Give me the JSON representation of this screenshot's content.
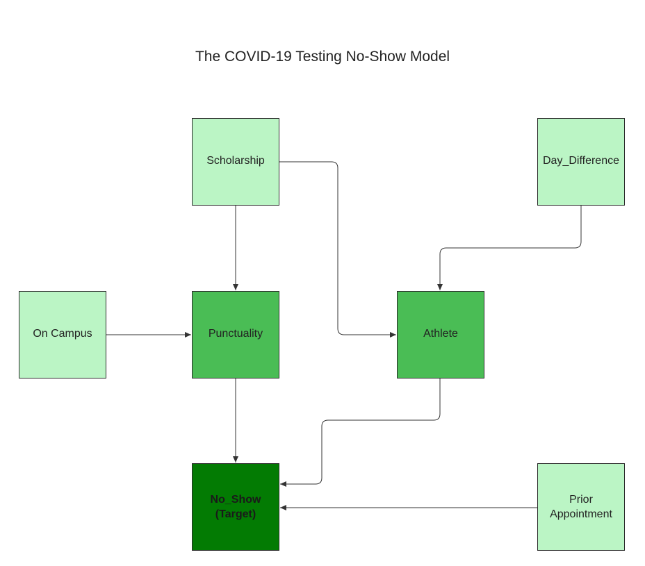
{
  "title": "The COVID-19 Testing No-Show Model",
  "colors": {
    "light_node": "#bbf5c5",
    "medium_node": "#4abd55",
    "target_node": "#037b03",
    "edge": "#333333"
  },
  "nodes": {
    "scholarship": "Scholarship",
    "day_difference": "Day_Difference",
    "on_campus": "On Campus",
    "punctuality": "Punctuality",
    "athlete": "Athlete",
    "no_show_line1": "No_Show",
    "no_show_line2": "(Target)",
    "prior_line1": "Prior",
    "prior_line2": "Appointment"
  },
  "edges": [
    {
      "from": "Scholarship",
      "to": "Punctuality"
    },
    {
      "from": "Scholarship",
      "to": "Athlete"
    },
    {
      "from": "Day_Difference",
      "to": "Athlete"
    },
    {
      "from": "On Campus",
      "to": "Punctuality"
    },
    {
      "from": "Punctuality",
      "to": "No_Show"
    },
    {
      "from": "Athlete",
      "to": "No_Show"
    },
    {
      "from": "Prior Appointment",
      "to": "No_Show"
    }
  ]
}
